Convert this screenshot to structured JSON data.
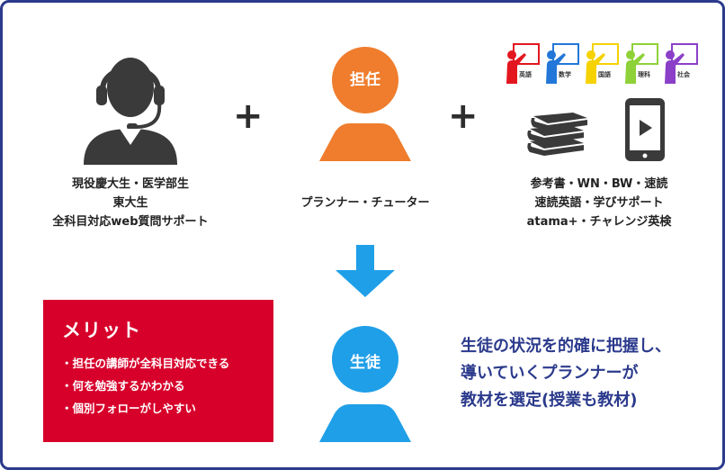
{
  "support": {
    "lines": [
      "現役慶大生・医学部生",
      "東大生",
      "全科目対応web質問サポート"
    ]
  },
  "tutor": {
    "label": "担任",
    "caption": "プランナー・チューター"
  },
  "materials": {
    "subjects": [
      {
        "label": "英語",
        "color": "#e3161f"
      },
      {
        "label": "数学",
        "color": "#2277d8"
      },
      {
        "label": "国語",
        "color": "#f5d200"
      },
      {
        "label": "理科",
        "color": "#8ed138"
      },
      {
        "label": "社会",
        "color": "#8b3fc8"
      }
    ],
    "lines": [
      "参考書・WN・BW・速読",
      "速読英語・学びサポート",
      "atama+・チャレンジ英検"
    ]
  },
  "plus_sign": "+",
  "student": {
    "label": "生徒"
  },
  "merit": {
    "title": "メリット",
    "items": [
      "担任の講師が全科目対応できる",
      "何を勉強するかわかる",
      "個別フォローがしやすい"
    ]
  },
  "summary": {
    "lines": [
      "生徒の状況を的確に把握し、",
      "導いていくプランナーが",
      "教材を選定(授業も教材)"
    ]
  },
  "colors": {
    "orange": "#ef7d2d",
    "blue": "#1f9fe8",
    "navy": "#2b3a8c",
    "red": "#d7002b",
    "dark": "#2d2d2d"
  }
}
